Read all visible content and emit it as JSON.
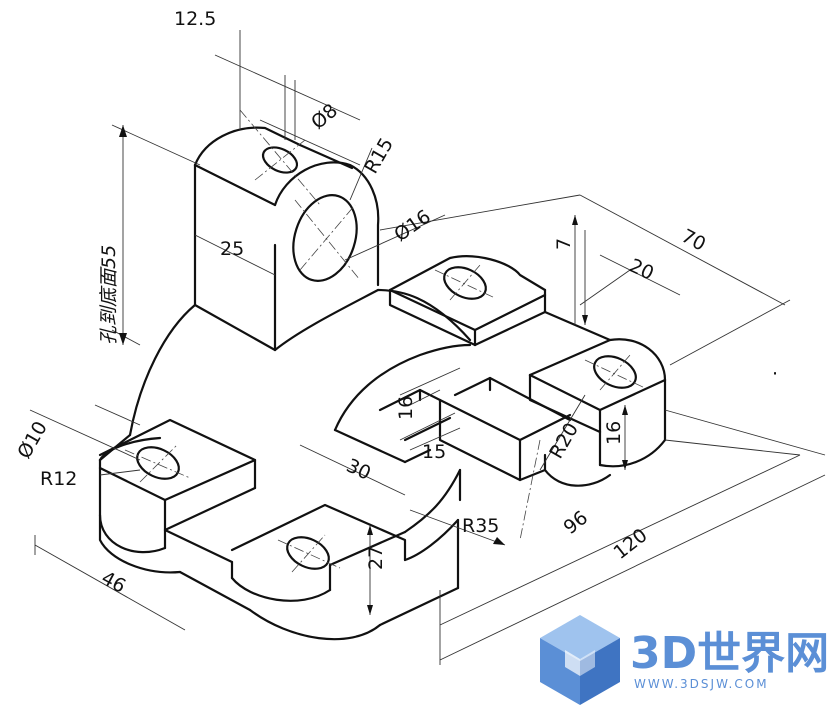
{
  "dimensions": {
    "d12_5": "12.5",
    "phi8": "Ø8",
    "r15": "R15",
    "hole_to_bottom": "孔到底面55",
    "d25": "25",
    "phi16": "Ø16",
    "d7": "7",
    "d20": "20",
    "d70": "70",
    "phi10": "Ø10",
    "r12": "R12",
    "d16a": "16",
    "d15": "15",
    "d30": "30",
    "r20": "R20",
    "d16b": "16",
    "r35": "R35",
    "d27": "27",
    "d96": "96",
    "d46": "46",
    "d120": "120"
  },
  "watermark": {
    "main": "3D世界网",
    "sub": "WWW.3DSJW.COM",
    "colors": {
      "main": "#5b8fd6",
      "light": "#9fc3ee",
      "dark": "#3f74c2"
    }
  }
}
